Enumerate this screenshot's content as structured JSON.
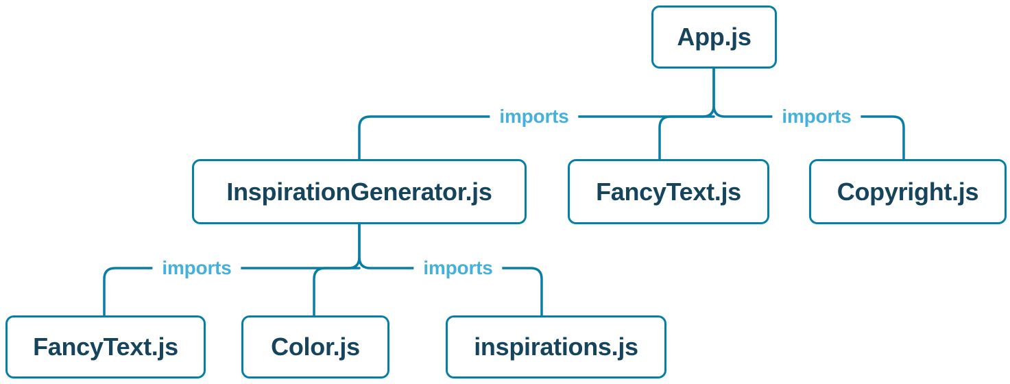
{
  "diagram": {
    "nodes": {
      "app": {
        "label": "App.js"
      },
      "inspiration_generator": {
        "label": "InspirationGenerator.js"
      },
      "fancy_text_top": {
        "label": "FancyText.js"
      },
      "copyright": {
        "label": "Copyright.js"
      },
      "fancy_text_bottom": {
        "label": "FancyText.js"
      },
      "color": {
        "label": "Color.js"
      },
      "inspirations": {
        "label": "inspirations.js"
      }
    },
    "edges": [
      {
        "from": "App.js",
        "to": "InspirationGenerator.js"
      },
      {
        "from": "App.js",
        "to": "FancyText.js"
      },
      {
        "from": "App.js",
        "to": "Copyright.js"
      },
      {
        "from": "InspirationGenerator.js",
        "to": "FancyText.js"
      },
      {
        "from": "InspirationGenerator.js",
        "to": "Color.js"
      },
      {
        "from": "InspirationGenerator.js",
        "to": "inspirations.js"
      }
    ],
    "edge_labels": {
      "app_left": "imports",
      "app_right": "imports",
      "gen_left": "imports",
      "gen_right": "imports"
    },
    "colors": {
      "line_color": "#087ea4",
      "box_border": "#087ea4",
      "box_text": "#16445c",
      "edge_label_color": "#45b0d8",
      "bg": "#ffffff"
    }
  }
}
